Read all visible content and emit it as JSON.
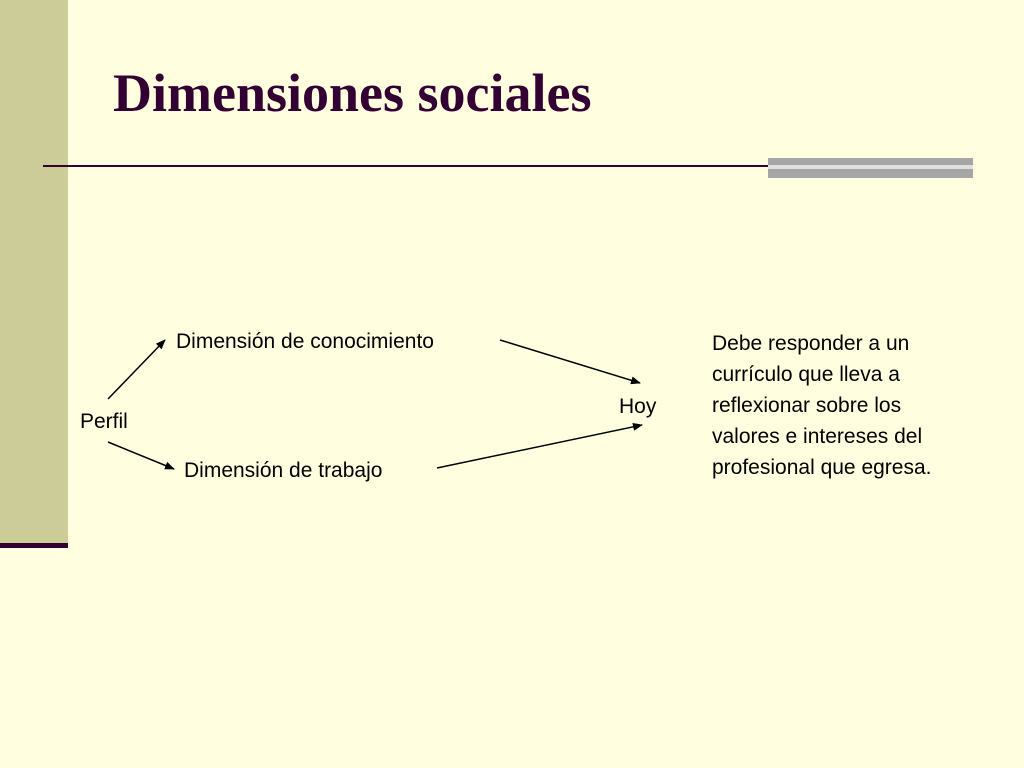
{
  "slide": {
    "title": "Dimensiones sociales"
  },
  "diagram": {
    "nodes": {
      "perfil": "Perfil",
      "conocimiento": "Dimensión de conocimiento",
      "trabajo": "Dimensión de trabajo",
      "hoy": "Hoy"
    },
    "edges": [
      {
        "from": "perfil",
        "to": "conocimiento"
      },
      {
        "from": "perfil",
        "to": "trabajo"
      },
      {
        "from": "conocimiento",
        "to": "hoy"
      },
      {
        "from": "trabajo",
        "to": "hoy"
      }
    ],
    "note_lines": [
      "Debe responder a un",
      "currículo que lleva a",
      "reflexionar sobre los",
      "valores e intereses del",
      "profesional que egresa."
    ]
  },
  "colors": {
    "background": "#FFFFE0",
    "left_band": "#CCCC99",
    "title": "#330033",
    "rule": "#330033",
    "rule_accent": "#A6A6A6"
  }
}
